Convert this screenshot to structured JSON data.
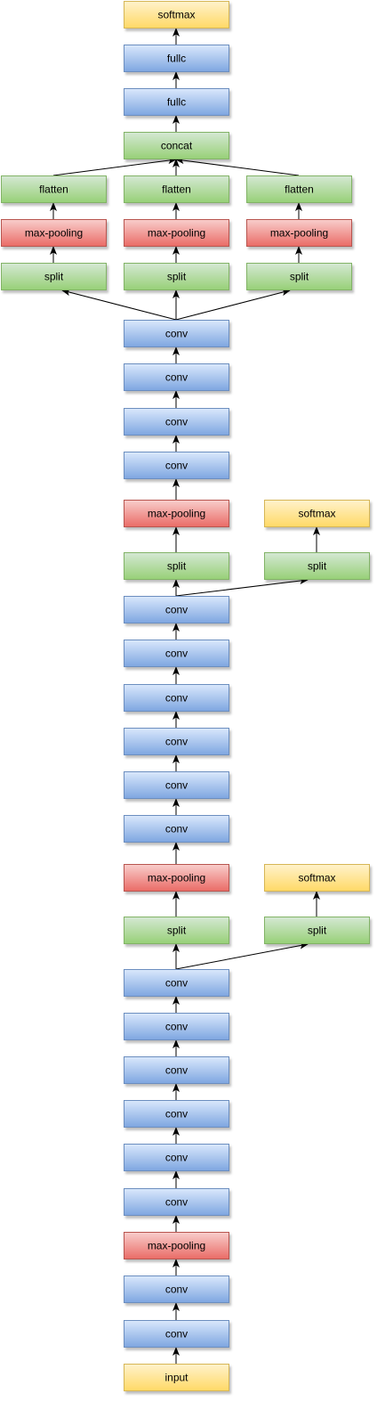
{
  "colors": {
    "blue": {
      "top": "#dae8fc",
      "bottom": "#7ea6e0",
      "stroke": "#6c8ebf"
    },
    "green": {
      "top": "#d5e8d4",
      "bottom": "#97d077",
      "stroke": "#82b366"
    },
    "red": {
      "top": "#f8cecc",
      "bottom": "#ea6b66",
      "stroke": "#b85450"
    },
    "yellow": {
      "top": "#fff2cc",
      "bottom": "#ffd966",
      "stroke": "#d6b656"
    },
    "edge": "#000000"
  },
  "nodes": [
    {
      "id": "softmax-top",
      "label": "softmax",
      "color": "yellow"
    },
    {
      "id": "fullc-1",
      "label": "fullc",
      "color": "blue"
    },
    {
      "id": "fullc-2",
      "label": "fullc",
      "color": "blue"
    },
    {
      "id": "concat",
      "label": "concat",
      "color": "green"
    },
    {
      "id": "flatten-left",
      "label": "flatten",
      "color": "green"
    },
    {
      "id": "flatten-center",
      "label": "flatten",
      "color": "green"
    },
    {
      "id": "flatten-right",
      "label": "flatten",
      "color": "green"
    },
    {
      "id": "pool-left",
      "label": "max-pooling",
      "color": "red"
    },
    {
      "id": "pool-center",
      "label": "max-pooling",
      "color": "red"
    },
    {
      "id": "pool-right",
      "label": "max-pooling",
      "color": "red"
    },
    {
      "id": "split-left",
      "label": "split",
      "color": "green"
    },
    {
      "id": "split-center",
      "label": "split",
      "color": "green"
    },
    {
      "id": "split-right",
      "label": "split",
      "color": "green"
    },
    {
      "id": "conv-c4",
      "label": "conv",
      "color": "blue"
    },
    {
      "id": "conv-c3",
      "label": "conv",
      "color": "blue"
    },
    {
      "id": "conv-c2",
      "label": "conv",
      "color": "blue"
    },
    {
      "id": "conv-c1",
      "label": "conv",
      "color": "blue"
    },
    {
      "id": "pool-b",
      "label": "max-pooling",
      "color": "red"
    },
    {
      "id": "softmax-aux-1",
      "label": "softmax",
      "color": "yellow"
    },
    {
      "id": "split-b",
      "label": "split",
      "color": "green"
    },
    {
      "id": "split-aux-1",
      "label": "split",
      "color": "green"
    },
    {
      "id": "conv-b6",
      "label": "conv",
      "color": "blue"
    },
    {
      "id": "conv-b5",
      "label": "conv",
      "color": "blue"
    },
    {
      "id": "conv-b4",
      "label": "conv",
      "color": "blue"
    },
    {
      "id": "conv-b3",
      "label": "conv",
      "color": "blue"
    },
    {
      "id": "conv-b2",
      "label": "conv",
      "color": "blue"
    },
    {
      "id": "conv-b1",
      "label": "conv",
      "color": "blue"
    },
    {
      "id": "pool-a",
      "label": "max-pooling",
      "color": "red"
    },
    {
      "id": "softmax-aux-2",
      "label": "softmax",
      "color": "yellow"
    },
    {
      "id": "split-a",
      "label": "split",
      "color": "green"
    },
    {
      "id": "split-aux-2",
      "label": "split",
      "color": "green"
    },
    {
      "id": "conv-a6",
      "label": "conv",
      "color": "blue"
    },
    {
      "id": "conv-a5",
      "label": "conv",
      "color": "blue"
    },
    {
      "id": "conv-a4",
      "label": "conv",
      "color": "blue"
    },
    {
      "id": "conv-a3",
      "label": "conv",
      "color": "blue"
    },
    {
      "id": "conv-a2",
      "label": "conv",
      "color": "blue"
    },
    {
      "id": "conv-a1",
      "label": "conv",
      "color": "blue"
    },
    {
      "id": "pool-stem",
      "label": "max-pooling",
      "color": "red"
    },
    {
      "id": "conv-stem-2",
      "label": "conv",
      "color": "blue"
    },
    {
      "id": "conv-stem-1",
      "label": "conv",
      "color": "blue"
    },
    {
      "id": "input",
      "label": "input",
      "color": "yellow"
    }
  ],
  "edges": [
    {
      "from": "input",
      "to": "conv-stem-1"
    },
    {
      "from": "conv-stem-1",
      "to": "conv-stem-2"
    },
    {
      "from": "conv-stem-2",
      "to": "pool-stem"
    },
    {
      "from": "pool-stem",
      "to": "conv-a1"
    },
    {
      "from": "conv-a1",
      "to": "conv-a2"
    },
    {
      "from": "conv-a2",
      "to": "conv-a3"
    },
    {
      "from": "conv-a3",
      "to": "conv-a4"
    },
    {
      "from": "conv-a4",
      "to": "conv-a5"
    },
    {
      "from": "conv-a5",
      "to": "conv-a6"
    },
    {
      "from": "conv-a6",
      "to": "split-a"
    },
    {
      "from": "conv-a6",
      "to": "split-aux-2"
    },
    {
      "from": "split-aux-2",
      "to": "softmax-aux-2"
    },
    {
      "from": "split-a",
      "to": "pool-a"
    },
    {
      "from": "pool-a",
      "to": "conv-b1"
    },
    {
      "from": "conv-b1",
      "to": "conv-b2"
    },
    {
      "from": "conv-b2",
      "to": "conv-b3"
    },
    {
      "from": "conv-b3",
      "to": "conv-b4"
    },
    {
      "from": "conv-b4",
      "to": "conv-b5"
    },
    {
      "from": "conv-b5",
      "to": "conv-b6"
    },
    {
      "from": "conv-b6",
      "to": "split-b"
    },
    {
      "from": "conv-b6",
      "to": "split-aux-1"
    },
    {
      "from": "split-aux-1",
      "to": "softmax-aux-1"
    },
    {
      "from": "split-b",
      "to": "pool-b"
    },
    {
      "from": "pool-b",
      "to": "conv-c1"
    },
    {
      "from": "conv-c1",
      "to": "conv-c2"
    },
    {
      "from": "conv-c2",
      "to": "conv-c3"
    },
    {
      "from": "conv-c3",
      "to": "conv-c4"
    },
    {
      "from": "conv-c4",
      "to": "split-left"
    },
    {
      "from": "conv-c4",
      "to": "split-center"
    },
    {
      "from": "conv-c4",
      "to": "split-right"
    },
    {
      "from": "split-left",
      "to": "pool-left"
    },
    {
      "from": "split-center",
      "to": "pool-center"
    },
    {
      "from": "split-right",
      "to": "pool-right"
    },
    {
      "from": "pool-left",
      "to": "flatten-left"
    },
    {
      "from": "pool-center",
      "to": "flatten-center"
    },
    {
      "from": "pool-right",
      "to": "flatten-right"
    },
    {
      "from": "flatten-left",
      "to": "concat"
    },
    {
      "from": "flatten-center",
      "to": "concat"
    },
    {
      "from": "flatten-right",
      "to": "concat"
    },
    {
      "from": "concat",
      "to": "fullc-2"
    },
    {
      "from": "fullc-2",
      "to": "fullc-1"
    },
    {
      "from": "fullc-1",
      "to": "softmax-top"
    }
  ]
}
